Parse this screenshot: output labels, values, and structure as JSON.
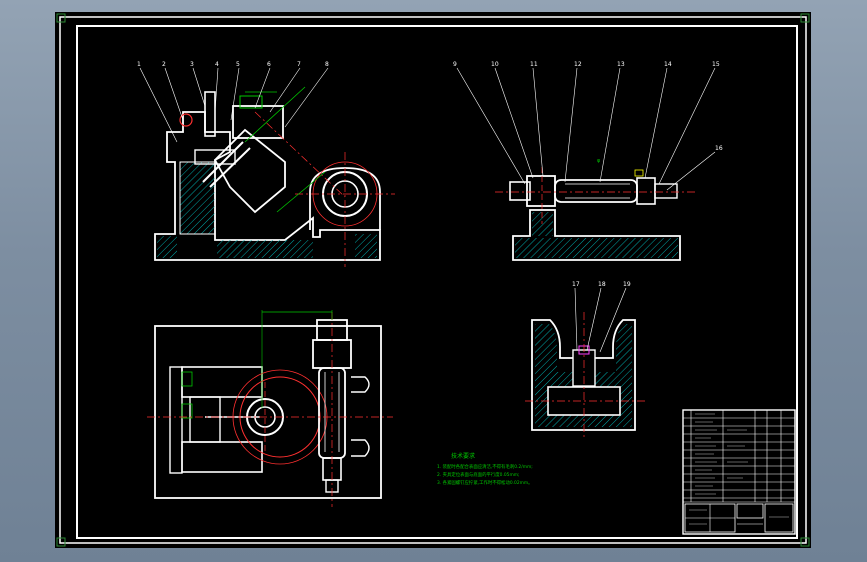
{
  "drawing": {
    "sheet": "cad-fixture-assembly-drawing",
    "colors": {
      "background": "#000000",
      "outline": "#ffffff",
      "dimension": "#00c800",
      "centerline": "#ff3030",
      "hatch": "#00a8a8",
      "window": "#7d8ea1"
    },
    "front_view_balloons": [
      "1",
      "2",
      "3",
      "4",
      "5",
      "6",
      "7",
      "8"
    ],
    "side_view_balloons": [
      "9",
      "10",
      "11",
      "12",
      "13",
      "14",
      "15",
      "16"
    ],
    "section_balloons": [
      "17",
      "18",
      "19"
    ],
    "notes": {
      "title": "技术要求",
      "lines": [
        "1. 装配时各配合表面应清洁,不得有毛刺0.2/mm;",
        "2. 夹具定位表面与底面的平行度0.05mm;",
        "3. 各紧固螺钉应拧紧,工作时不得松动0.02mm。"
      ]
    },
    "title_block": {
      "icon": "title-block-table"
    }
  }
}
